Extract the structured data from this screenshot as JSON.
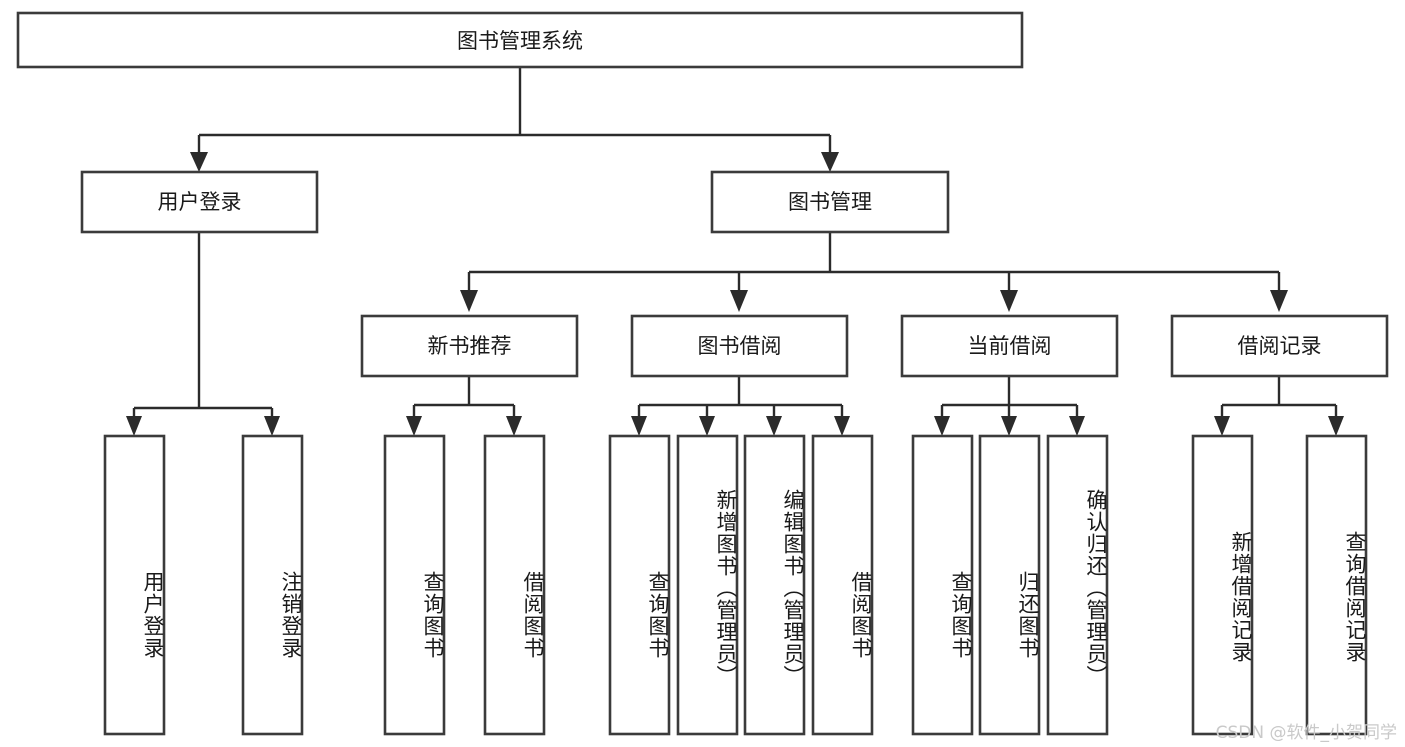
{
  "diagram": {
    "title": "图书管理系统",
    "type": "tree-hierarchy",
    "watermark": "CSDN @软件_小贺同学",
    "colors": {
      "box_fill": "#ffffff",
      "box_stroke": "#3b3b3b",
      "connector": "#2b2b2b",
      "text": "#1a1a1a",
      "watermark": "#c9c9c9",
      "background": "#ffffff"
    },
    "root": {
      "label": "图书管理系统"
    },
    "level2": [
      {
        "label": "用户登录"
      },
      {
        "label": "图书管理"
      }
    ],
    "level3": [
      {
        "label": "新书推荐"
      },
      {
        "label": "图书借阅"
      },
      {
        "label": "当前借阅"
      },
      {
        "label": "借阅记录"
      }
    ],
    "leaves": {
      "user_login": [
        {
          "label": "用户登录"
        },
        {
          "label": "注销登录"
        }
      ],
      "new_book_recommend": [
        {
          "label": "查询图书"
        },
        {
          "label": "借阅图书"
        }
      ],
      "book_borrow": [
        {
          "label": "查询图书"
        },
        {
          "label": "新增图书（管理员）"
        },
        {
          "label": "编辑图书（管理员）"
        },
        {
          "label": "借阅图书"
        }
      ],
      "current_borrow": [
        {
          "label": "查询图书"
        },
        {
          "label": "归还图书"
        },
        {
          "label": "确认归还（管理员）"
        }
      ],
      "borrow_records": [
        {
          "label": "新增借阅记录"
        },
        {
          "label": "查询借阅记录"
        }
      ]
    }
  }
}
